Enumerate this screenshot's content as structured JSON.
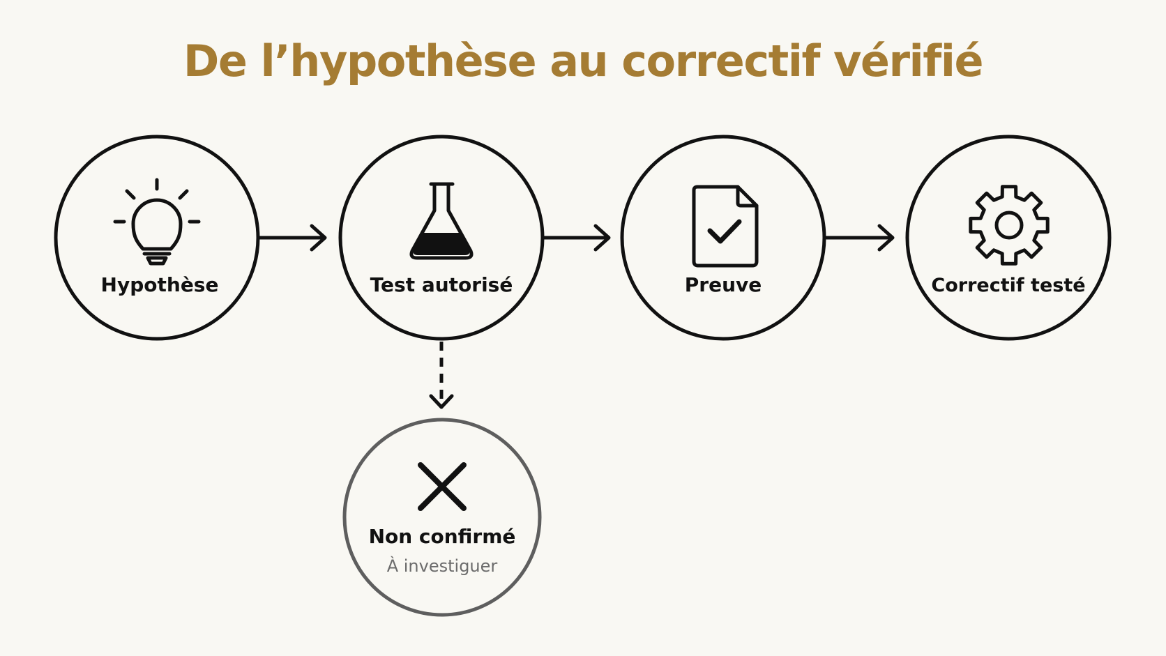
{
  "title": "De l’hypothèse au correctif vérifié",
  "colors": {
    "title": "#a57c33",
    "background": "#f9f8f3",
    "stroke": "#111111",
    "muted_stroke": "#5e5e5e",
    "muted_text": "#6b6b6b"
  },
  "nodes": [
    {
      "id": "hypothese",
      "label": "Hypothèse",
      "icon": "lightbulb-icon"
    },
    {
      "id": "test",
      "label": "Test autorisé",
      "icon": "flask-icon"
    },
    {
      "id": "preuve",
      "label": "Preuve",
      "icon": "document-check-icon"
    },
    {
      "id": "correctif",
      "label": "Correctif testé",
      "icon": "gear-icon"
    },
    {
      "id": "non_confirme",
      "label": "Non confirmé",
      "sublabel": "À investiguer",
      "icon": "x-icon"
    }
  ],
  "edges": [
    {
      "from": "hypothese",
      "to": "test",
      "style": "solid"
    },
    {
      "from": "test",
      "to": "preuve",
      "style": "solid"
    },
    {
      "from": "preuve",
      "to": "correctif",
      "style": "solid"
    },
    {
      "from": "test",
      "to": "non_confirme",
      "style": "dashed"
    }
  ]
}
